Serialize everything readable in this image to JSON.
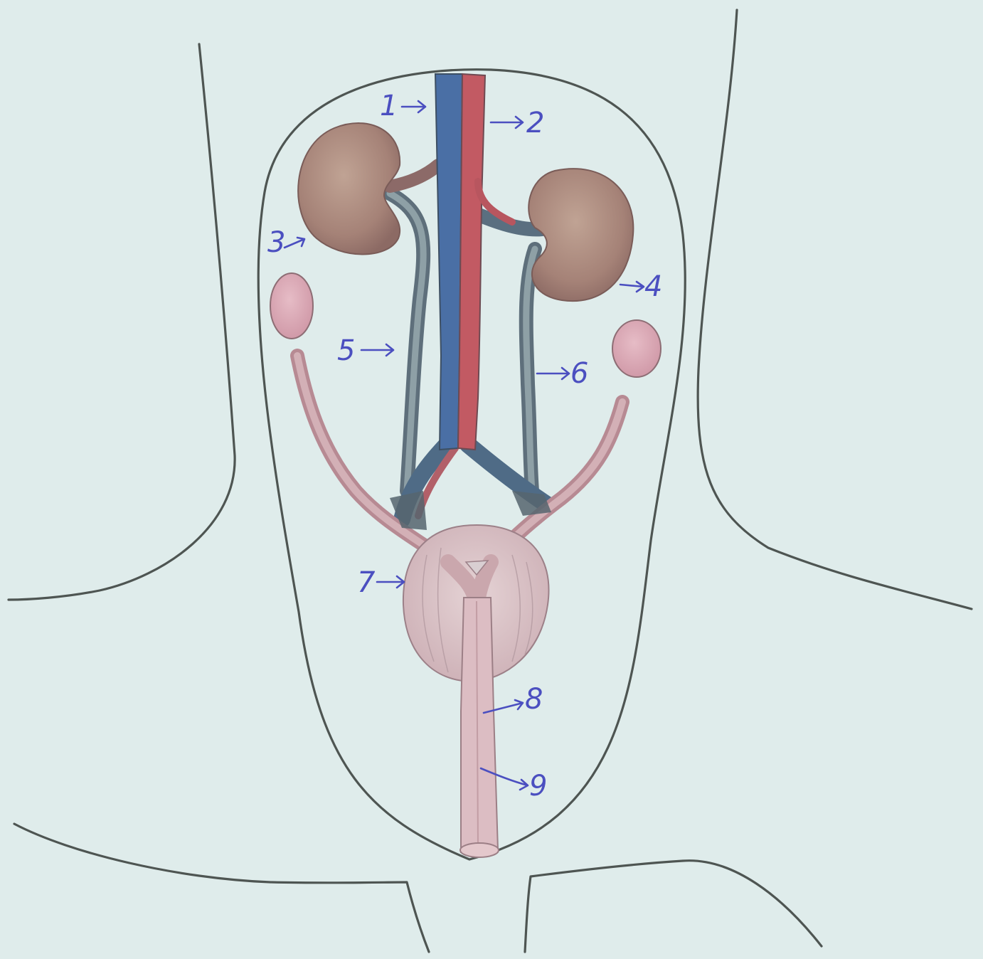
{
  "figure": {
    "labels": [
      {
        "id": "l1",
        "text": "1"
      },
      {
        "id": "l2",
        "text": "2"
      },
      {
        "id": "l3",
        "text": "3"
      },
      {
        "id": "l4",
        "text": "4"
      },
      {
        "id": "l5",
        "text": "5"
      },
      {
        "id": "l6",
        "text": "6"
      },
      {
        "id": "l7",
        "text": "7"
      },
      {
        "id": "l8",
        "text": "8"
      },
      {
        "id": "l9",
        "text": "9"
      }
    ],
    "colors": {
      "paper": "#dfeceb",
      "pencil": "#4e5552",
      "label_ink": "#4b4fc0",
      "vein": "#4a6fa5",
      "artery": "#c25a63",
      "kidney": "#a9877c",
      "gland": "#d9a8b4",
      "ureter": "#c9a2a8",
      "bladder": "#d8c1c6"
    }
  }
}
